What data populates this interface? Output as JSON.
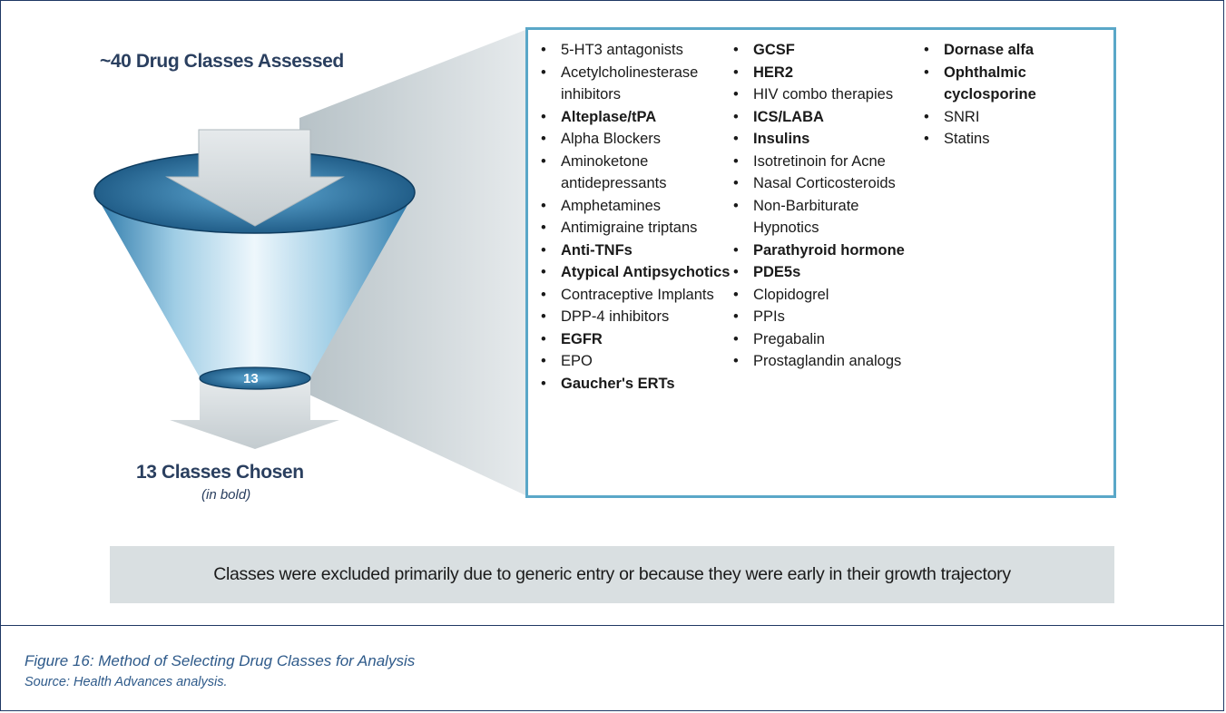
{
  "header": {
    "assessed_title": "~40 Drug Classes Assessed"
  },
  "funnel": {
    "chosen_count": "13",
    "chosen_title": "13 Classes Chosen",
    "chosen_note": "(in bold)"
  },
  "drug_list": {
    "columns": [
      [
        {
          "label": "5-HT3 antagonists",
          "chosen": false
        },
        {
          "label": "Acetylcholinesterase inhibitors",
          "chosen": false
        },
        {
          "label": "Alteplase/tPA",
          "chosen": true
        },
        {
          "label": "Alpha Blockers",
          "chosen": false
        },
        {
          "label": "Aminoketone antidepressants",
          "chosen": false
        },
        {
          "label": "Amphetamines",
          "chosen": false
        },
        {
          "label": "Antimigraine triptans",
          "chosen": false
        },
        {
          "label": "Anti-TNFs",
          "chosen": true
        },
        {
          "label": "Atypical Antipsychotics",
          "chosen": true
        },
        {
          "label": "Contraceptive Implants",
          "chosen": false
        },
        {
          "label": "DPP-4 inhibitors",
          "chosen": false
        },
        {
          "label": "EGFR",
          "chosen": true
        },
        {
          "label": "EPO",
          "chosen": false
        },
        {
          "label": "Gaucher's ERTs",
          "chosen": true
        }
      ],
      [
        {
          "label": "GCSF",
          "chosen": true
        },
        {
          "label": "HER2",
          "chosen": true
        },
        {
          "label": "HIV combo therapies",
          "chosen": false
        },
        {
          "label": "ICS/LABA",
          "chosen": true
        },
        {
          "label": "Insulins",
          "chosen": true
        },
        {
          "label": "Isotretinoin for Acne",
          "chosen": false
        },
        {
          "label": "Nasal Corticosteroids",
          "chosen": false
        },
        {
          "label": "Non-Barbiturate Hypnotics",
          "chosen": false
        },
        {
          "label": "Parathyroid hormone",
          "chosen": true
        },
        {
          "label": "PDE5s",
          "chosen": true
        },
        {
          "label": "Clopidogrel",
          "chosen": false
        },
        {
          "label": "PPIs",
          "chosen": false
        },
        {
          "label": "Pregabalin",
          "chosen": false
        },
        {
          "label": "Prostaglandin analogs",
          "chosen": false
        }
      ],
      [
        {
          "label": "Dornase alfa",
          "chosen": true
        },
        {
          "label": "Ophthalmic cyclosporine",
          "chosen": true
        },
        {
          "label": "SNRI",
          "chosen": false
        },
        {
          "label": "Statins",
          "chosen": false
        }
      ]
    ]
  },
  "note": {
    "text": "Classes were excluded primarily due to generic entry or because they were early in their growth trajectory"
  },
  "caption": {
    "title": "Figure 16: Method of Selecting Drug Classes for Analysis",
    "source": "Source: Health Advances analysis."
  },
  "colors": {
    "frame": "#1f3864",
    "heading": "#2a3f5f",
    "list_border": "#5aa7c8",
    "note_bar": "#d9dfe1",
    "caption": "#2e5a8a",
    "funnel_rim": "#1d5e8c",
    "funnel_light": "#e6f3fa"
  }
}
